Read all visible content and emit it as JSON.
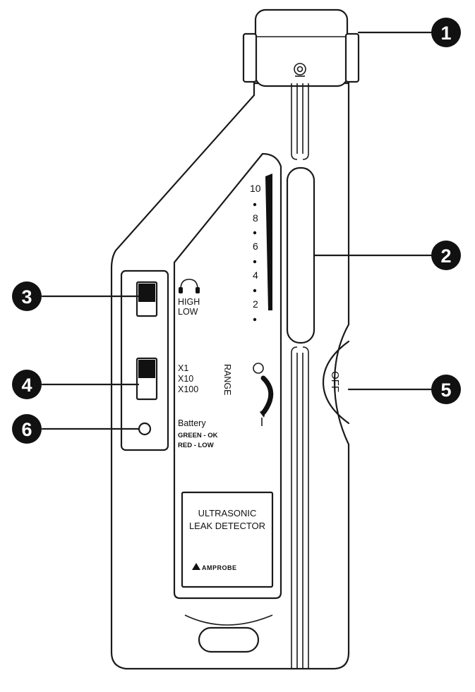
{
  "callouts": {
    "c1": "1",
    "c2": "2",
    "c3": "3",
    "c4": "4",
    "c5": "5",
    "c6": "6"
  },
  "volume_switch": {
    "high": "HIGH",
    "low": "LOW"
  },
  "range_switch": {
    "x1": "X1",
    "x10": "X10",
    "x100": "X100",
    "range_label": "RANGE"
  },
  "battery": {
    "title": "Battery",
    "green": "GREEN  -  OK",
    "red": "RED  -  LOW"
  },
  "bargraph": {
    "labels": [
      "10",
      "8",
      "6",
      "4",
      "2"
    ]
  },
  "power": {
    "off": "OFF"
  },
  "nameplate": {
    "line1": "ULTRASONIC",
    "line2": "LEAK DETECTOR",
    "logo": "AMPROBE"
  }
}
